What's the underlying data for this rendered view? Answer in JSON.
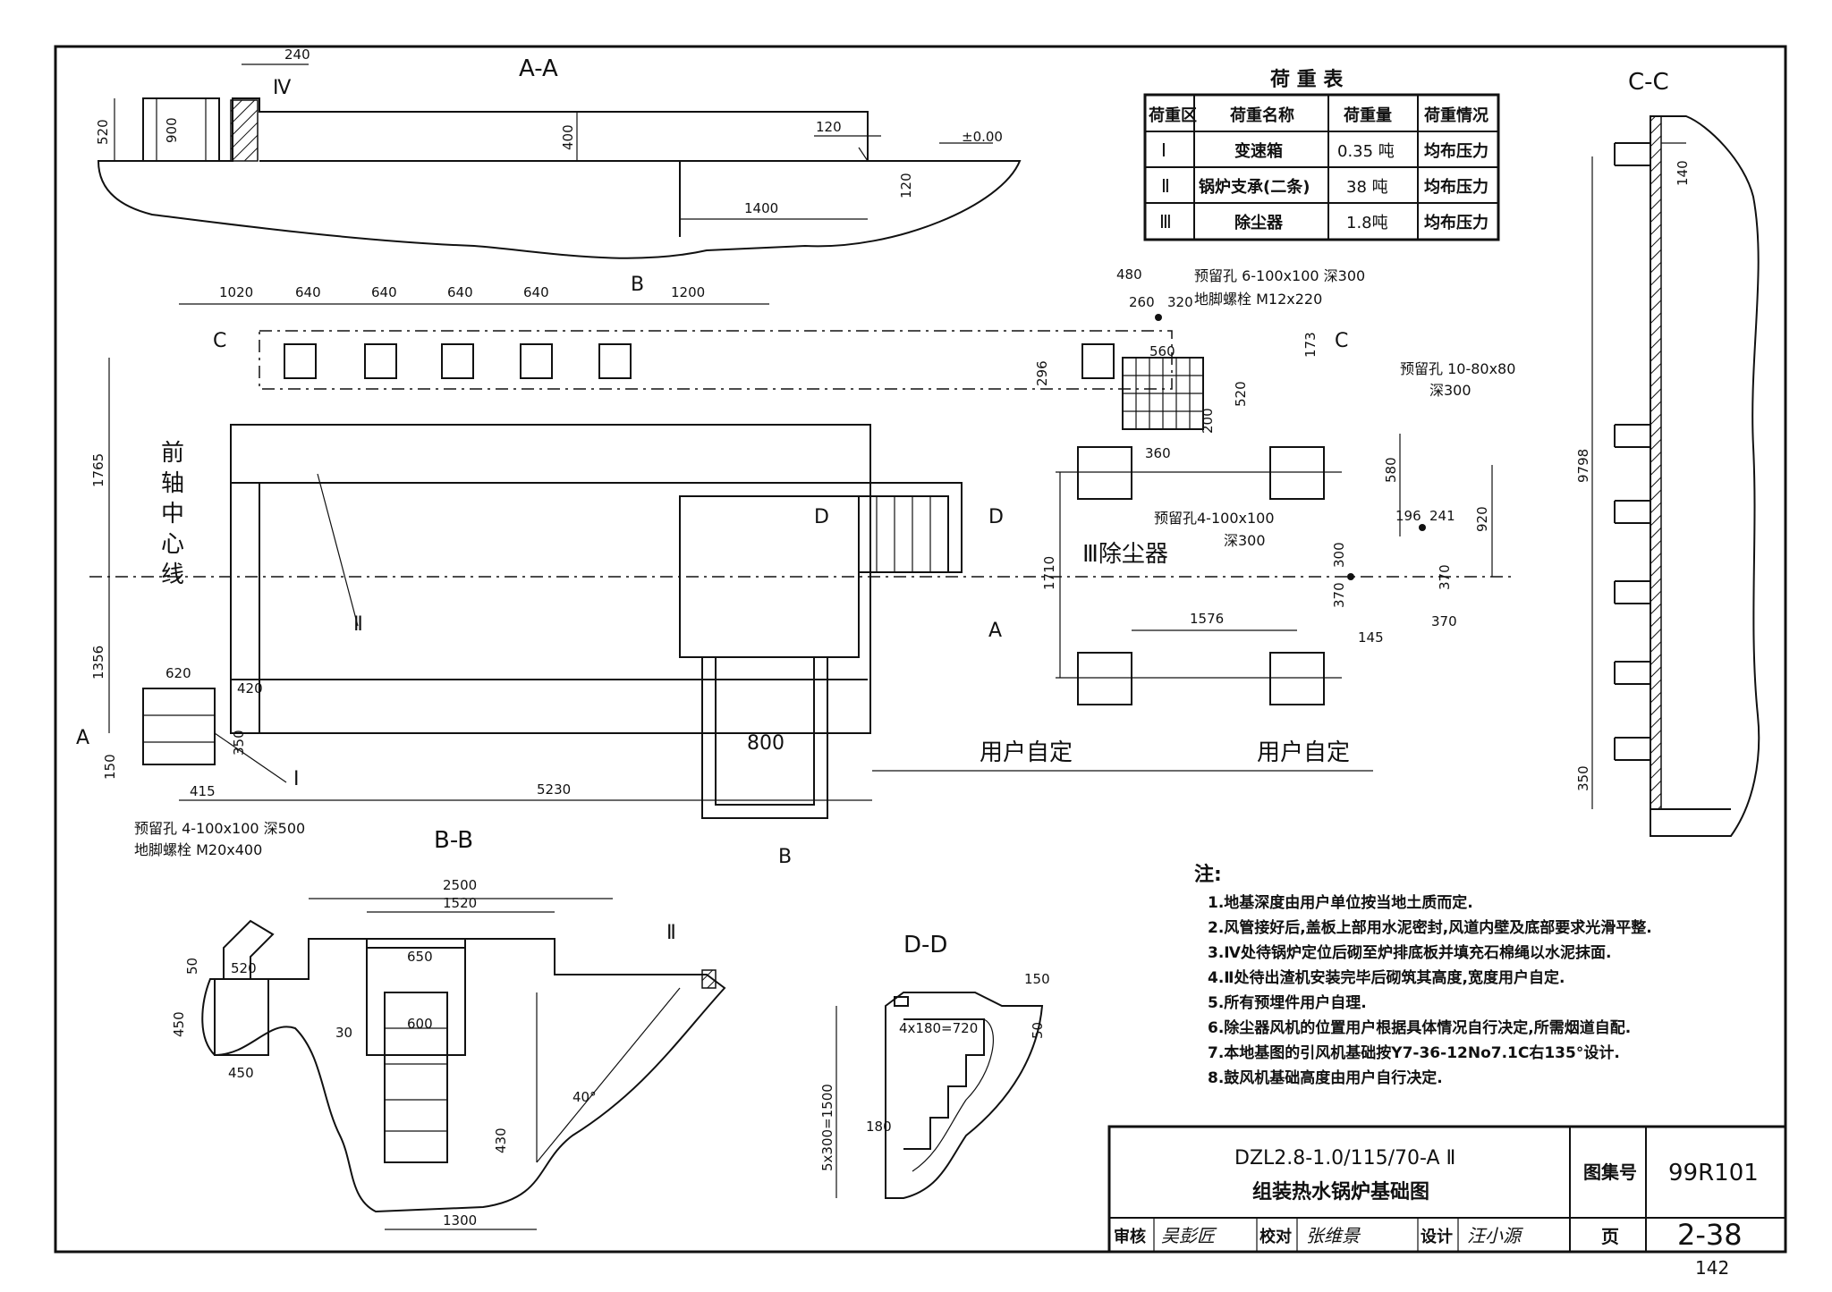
{
  "sections": {
    "aa": "A-A",
    "bb": "B-B",
    "cc": "C-C",
    "dd": "D-D",
    "cut_a": "A",
    "cut_b": "B",
    "cut_c": "C",
    "cut_d": "D"
  },
  "aa_dims": {
    "d240": "240",
    "roman4": "Ⅳ",
    "d520": "520",
    "d900": "900",
    "d400": "400",
    "d120a": "120",
    "d120b": "120",
    "d1400": "1400",
    "elev": "±0.00"
  },
  "load_table": {
    "title": "荷 重 表",
    "headers": [
      "荷重区",
      "荷重名称",
      "荷重量",
      "荷重情况"
    ],
    "rows": [
      [
        "Ⅰ",
        "变速箱",
        "0.35 吨",
        "均布压力"
      ],
      [
        "Ⅱ",
        "锅炉支承(二条)",
        "38 吨",
        "均布压力"
      ],
      [
        "Ⅲ",
        "除尘器",
        "1.8吨",
        "均布压力"
      ]
    ]
  },
  "plan_dims": {
    "d1020": "1020",
    "d640a": "640",
    "d640b": "640",
    "d640c": "640",
    "d640d": "640",
    "d1200": "1200",
    "d480": "480",
    "d260": "260",
    "d320": "320",
    "d560": "560",
    "d173": "173",
    "d296": "296",
    "d520": "520",
    "d200": "200",
    "d360": "360",
    "d1765": "1765",
    "d1356": "1356",
    "d620": "620",
    "d420": "420",
    "d350": "350",
    "d150": "150",
    "d415": "415",
    "d5230": "5230",
    "d800": "800",
    "d580": "580",
    "d196": "196",
    "d241": "241",
    "d920": "920",
    "d300": "300",
    "d370a": "370",
    "d370b": "370",
    "d370c": "370",
    "d145": "145",
    "d1576": "1576",
    "d1710": "1710",
    "user_defined_1": "用户自定",
    "user_defined_2": "用户自定",
    "axis": "前轴中心线",
    "roman1": "Ⅰ",
    "roman2": "Ⅱ",
    "dust": "Ⅲ除尘器"
  },
  "plan_notes": {
    "hole6": "预留孔 6-100x100  深300",
    "bolt12": "地脚螺栓 M12x220",
    "hole10": "预留孔 10-80x80",
    "hole10_depth": "深300",
    "hole4": "预留孔4-100x100",
    "hole4_depth": "深300",
    "hole4b": "预留孔 4-100x100   深500",
    "bolt20": "地脚螺栓 M20x400"
  },
  "bb_dims": {
    "d2500": "2500",
    "d1520": "1520",
    "d650": "650",
    "d600": "600",
    "d520": "520",
    "d50": "50",
    "d450a": "450",
    "d450b": "450",
    "d30": "30",
    "d40": "40°",
    "d430": "430",
    "d1300": "1300",
    "roman2": "Ⅱ"
  },
  "cc_dims": {
    "d140": "140",
    "d9798": "9798",
    "d350": "350"
  },
  "dd_dims": {
    "d150": "150",
    "d50": "50",
    "d4x180": "4x180=720",
    "d5x300": "5x300=1500",
    "d180": "180"
  },
  "notes": {
    "title": "注:",
    "items": [
      "1.地基深度由用户单位按当地土质而定.",
      "2.风管接好后,盖板上部用水泥密封,风道内壁及底部要求光滑平整.",
      "3.Ⅳ处待锅炉定位后砌至炉排底板并填充石棉绳以水泥抹面.",
      "4.Ⅱ处待出渣机安装完毕后砌筑其高度,宽度用户自定.",
      "5.所有预埋件用户自理.",
      "6.除尘器风机的位置用户根据具体情况自行决定,所需烟道自配.",
      "7.本地基图的引风机基础按Y7-36-12No7.1C右135°设计.",
      "8.鼓风机基础高度由用户自行决定."
    ]
  },
  "title_block": {
    "model": "DZL2.8-1.0/115/70-A Ⅱ",
    "name": "组装热水锅炉基础图",
    "atlas_label": "图集号",
    "atlas_no": "99R101",
    "page_label": "页",
    "page_no": "2-38",
    "review_label": "审核",
    "review_sign": "吴彭匠",
    "check_label": "校对",
    "check_sign": "张维景",
    "design_label": "设计",
    "design_sign": "汪小源"
  },
  "sheet_number": "142"
}
